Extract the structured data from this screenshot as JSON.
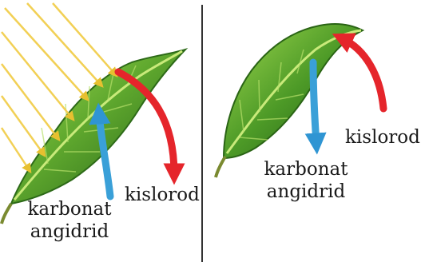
{
  "panels": [
    {
      "labels": {
        "carbon_dioxide": [
          "karbonat",
          "angidrid"
        ],
        "oxygen": "kislorod"
      }
    },
    {
      "labels": {
        "carbon_dioxide": [
          "karbonat",
          "angidrid"
        ],
        "oxygen": "kislorod"
      }
    }
  ],
  "colors": {
    "sunlight_arrow": "#f2d055",
    "carbon_dioxide_arrow": "#3aa0d8",
    "oxygen_arrow": "#e5252b",
    "leaf_light": "#8fd142",
    "leaf_dark": "#1f5a14",
    "divider": "#333333"
  }
}
